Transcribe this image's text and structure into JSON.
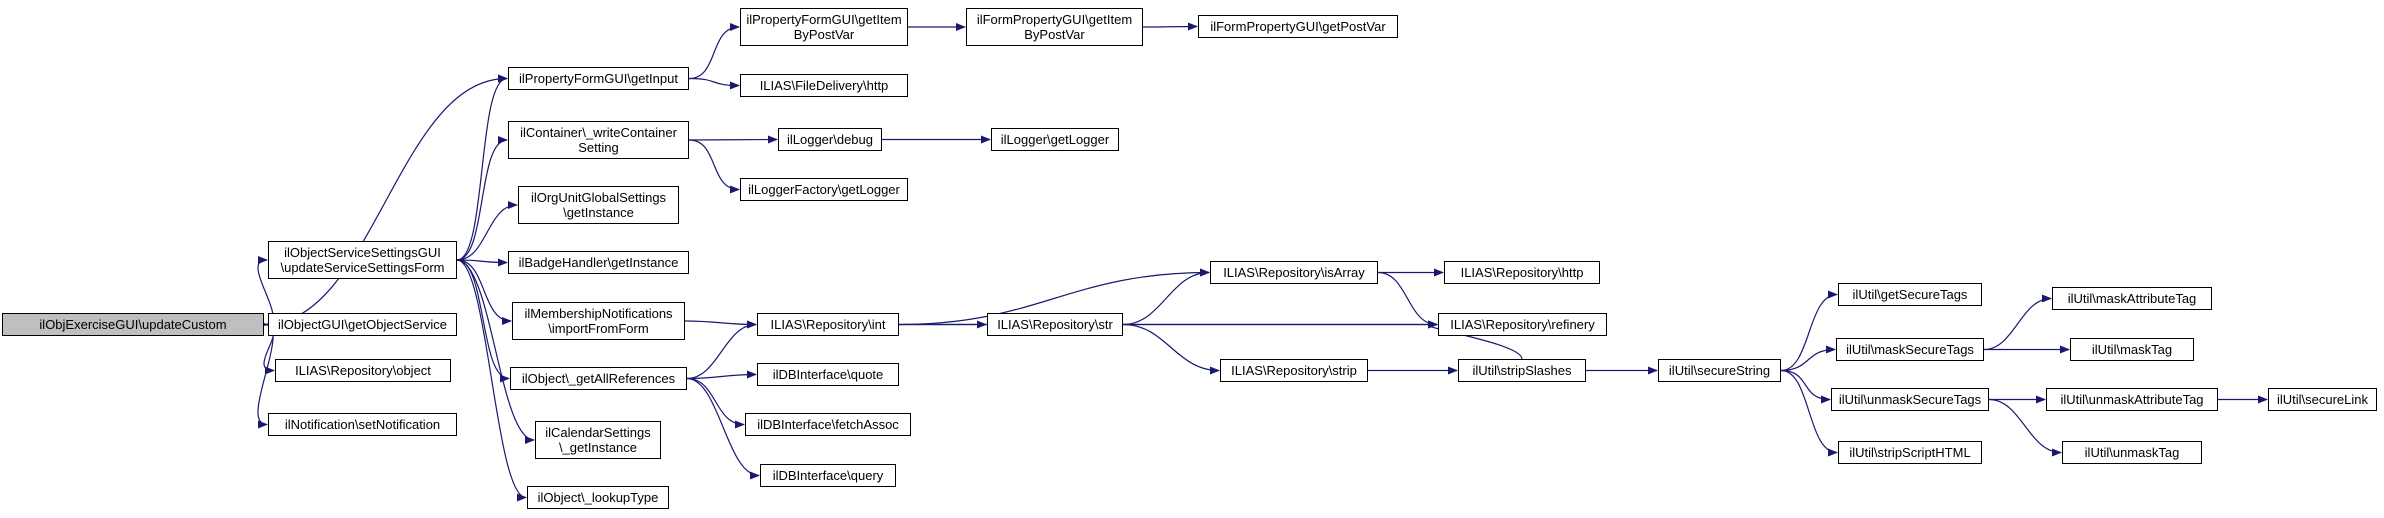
{
  "colors": {
    "edge": "#191970",
    "root_fill": "#bfbfbf",
    "node_fill": "#ffffff",
    "border": "#000000"
  },
  "nodes": [
    {
      "id": "root",
      "lines": [
        "ilObjExerciseGUI\\updateCustom"
      ],
      "root": true
    },
    {
      "id": "svc",
      "lines": [
        "ilObjectServiceSettingsGUI",
        "\\updateServiceSettingsForm"
      ]
    },
    {
      "id": "getobjsvc",
      "lines": [
        "ilObjectGUI\\getObjectService"
      ]
    },
    {
      "id": "repoobject",
      "lines": [
        "ILIAS\\Repository\\object"
      ]
    },
    {
      "id": "setnotif",
      "lines": [
        "ilNotification\\setNotification"
      ]
    },
    {
      "id": "getinput",
      "lines": [
        "ilPropertyFormGUI\\getInput"
      ]
    },
    {
      "id": "writecont",
      "lines": [
        "ilContainer\\_writeContainer",
        "Setting"
      ]
    },
    {
      "id": "orgunit",
      "lines": [
        "ilOrgUnitGlobalSettings",
        "\\getInstance"
      ]
    },
    {
      "id": "badge",
      "lines": [
        "ilBadgeHandler\\getInstance"
      ]
    },
    {
      "id": "membership",
      "lines": [
        "ilMembershipNotifications",
        "\\importFromForm"
      ]
    },
    {
      "id": "allrefs",
      "lines": [
        "ilObject\\_getAllReferences"
      ]
    },
    {
      "id": "calendar",
      "lines": [
        "ilCalendarSettings",
        "\\_getInstance"
      ]
    },
    {
      "id": "lookup",
      "lines": [
        "ilObject\\_lookupType"
      ]
    },
    {
      "id": "pfgetitem",
      "lines": [
        "ilPropertyFormGUI\\getItem",
        "ByPostVar"
      ]
    },
    {
      "id": "ffgetitem",
      "lines": [
        "ilFormPropertyGUI\\getItem",
        "ByPostVar"
      ]
    },
    {
      "id": "getpostvar",
      "lines": [
        "ilFormPropertyGUI\\getPostVar"
      ]
    },
    {
      "id": "filehttp",
      "lines": [
        "ILIAS\\FileDelivery\\http"
      ]
    },
    {
      "id": "debug",
      "lines": [
        "ilLogger\\debug"
      ]
    },
    {
      "id": "getlogger",
      "lines": [
        "ilLogger\\getLogger"
      ]
    },
    {
      "id": "factory",
      "lines": [
        "ilLoggerFactory\\getLogger"
      ]
    },
    {
      "id": "repoint",
      "lines": [
        "ILIAS\\Repository\\int"
      ]
    },
    {
      "id": "quote",
      "lines": [
        "ilDBInterface\\quote"
      ]
    },
    {
      "id": "fetch",
      "lines": [
        "ilDBInterface\\fetchAssoc"
      ]
    },
    {
      "id": "query",
      "lines": [
        "ilDBInterface\\query"
      ]
    },
    {
      "id": "isarray",
      "lines": [
        "ILIAS\\Repository\\isArray"
      ]
    },
    {
      "id": "repostr",
      "lines": [
        "ILIAS\\Repository\\str"
      ]
    },
    {
      "id": "strip",
      "lines": [
        "ILIAS\\Repository\\strip"
      ]
    },
    {
      "id": "repohttp",
      "lines": [
        "ILIAS\\Repository\\http"
      ]
    },
    {
      "id": "refinery",
      "lines": [
        "ILIAS\\Repository\\refinery"
      ]
    },
    {
      "id": "stripslashes",
      "lines": [
        "ilUtil\\stripSlashes"
      ]
    },
    {
      "id": "securestring",
      "lines": [
        "ilUtil\\secureString"
      ]
    },
    {
      "id": "getsecure",
      "lines": [
        "ilUtil\\getSecureTags"
      ]
    },
    {
      "id": "masksecure",
      "lines": [
        "ilUtil\\maskSecureTags"
      ]
    },
    {
      "id": "unmasksecure",
      "lines": [
        "ilUtil\\unmaskSecureTags"
      ]
    },
    {
      "id": "stripscript",
      "lines": [
        "ilUtil\\stripScriptHTML"
      ]
    },
    {
      "id": "maskattr",
      "lines": [
        "ilUtil\\maskAttributeTag"
      ]
    },
    {
      "id": "masktag",
      "lines": [
        "ilUtil\\maskTag"
      ]
    },
    {
      "id": "unmaskattr",
      "lines": [
        "ilUtil\\unmaskAttributeTag"
      ]
    },
    {
      "id": "unmasktag",
      "lines": [
        "ilUtil\\unmaskTag"
      ]
    },
    {
      "id": "securelink",
      "lines": [
        "ilUtil\\secureLink"
      ]
    }
  ],
  "edges": [
    [
      "root",
      "getinput"
    ],
    [
      "root",
      "svc"
    ],
    [
      "root",
      "getobjsvc"
    ],
    [
      "root",
      "repoobject"
    ],
    [
      "root",
      "setnotif"
    ],
    [
      "svc",
      "getinput"
    ],
    [
      "svc",
      "writecont"
    ],
    [
      "svc",
      "orgunit"
    ],
    [
      "svc",
      "badge"
    ],
    [
      "svc",
      "membership"
    ],
    [
      "svc",
      "allrefs"
    ],
    [
      "svc",
      "calendar"
    ],
    [
      "svc",
      "lookup"
    ],
    [
      "getinput",
      "pfgetitem"
    ],
    [
      "getinput",
      "filehttp"
    ],
    [
      "pfgetitem",
      "ffgetitem"
    ],
    [
      "ffgetitem",
      "getpostvar"
    ],
    [
      "writecont",
      "debug"
    ],
    [
      "writecont",
      "factory"
    ],
    [
      "debug",
      "getlogger"
    ],
    [
      "membership",
      "repoint"
    ],
    [
      "allrefs",
      "repoint"
    ],
    [
      "allrefs",
      "quote"
    ],
    [
      "allrefs",
      "fetch"
    ],
    [
      "allrefs",
      "query"
    ],
    [
      "repoint",
      "isarray"
    ],
    [
      "repoint",
      "repostr"
    ],
    [
      "repoint",
      "refinery"
    ],
    [
      "repostr",
      "isarray"
    ],
    [
      "repostr",
      "refinery"
    ],
    [
      "repostr",
      "strip"
    ],
    [
      "isarray",
      "repohttp"
    ],
    [
      "isarray",
      "refinery"
    ],
    [
      "strip",
      "stripslashes"
    ],
    [
      "stripslashes",
      "refinery"
    ],
    [
      "stripslashes",
      "securestring"
    ],
    [
      "securestring",
      "getsecure"
    ],
    [
      "securestring",
      "masksecure"
    ],
    [
      "securestring",
      "unmasksecure"
    ],
    [
      "securestring",
      "stripscript"
    ],
    [
      "masksecure",
      "maskattr"
    ],
    [
      "masksecure",
      "masktag"
    ],
    [
      "unmasksecure",
      "unmaskattr"
    ],
    [
      "unmasksecure",
      "unmasktag"
    ],
    [
      "unmaskattr",
      "securelink"
    ]
  ]
}
